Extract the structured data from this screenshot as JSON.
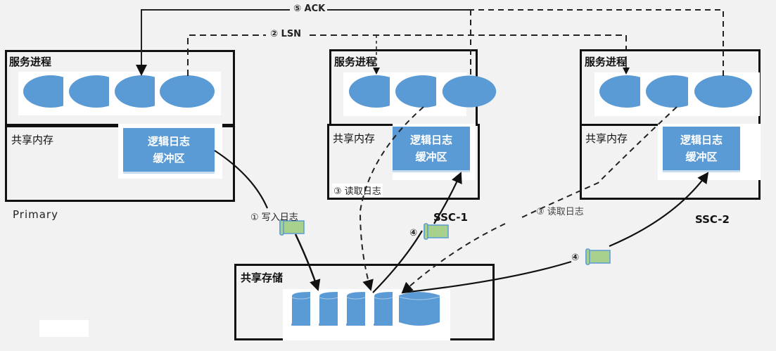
{
  "diagram": {
    "title": "Primary / SSC shared-storage log replication",
    "nodes": [
      {
        "id": "primary",
        "name": "Primary",
        "process_title": "服务进程",
        "memory_title": "共享内存",
        "buffer_line1": "逻辑日志",
        "buffer_line2": "缓冲区",
        "process_count": 4
      },
      {
        "id": "ssc1",
        "name": "SSC-1",
        "process_title": "服务进程",
        "memory_title": "共享内存",
        "buffer_line1": "逻辑日志",
        "buffer_line2": "缓冲区",
        "memory_note": "③ 读取日志",
        "process_count": 3
      },
      {
        "id": "ssc2",
        "name": "SSC-2",
        "process_title": "服务进程",
        "memory_title": "共享内存",
        "buffer_line1": "逻辑日志",
        "buffer_line2": "缓冲区",
        "process_count": 3
      }
    ],
    "storage": {
      "title": "共享存储",
      "disk_count": 5
    },
    "steps": {
      "ack": "⑤ ACK",
      "lsn": "② LSN",
      "write_log": "① 写入日志",
      "read_log_ssc2": "③ 读取日志",
      "apply_ssc1": "④",
      "apply_ssc2": "④"
    },
    "colors": {
      "process_fill": "#5b9bd5",
      "buffer_fill": "#5b9bd5",
      "log_scroll_fill": "#a9d18e",
      "log_scroll_border": "#5b9bd5",
      "background": "#f2f2f2",
      "line": "#111111"
    }
  }
}
